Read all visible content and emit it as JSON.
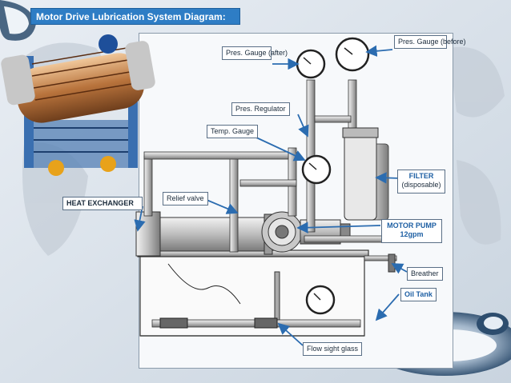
{
  "title": "Motor Drive Lubrication System Diagram:",
  "labels": {
    "pres_gauge_after": "Pres. Gauge (after)",
    "pres_gauge_before": "Pres. Gauge (before)",
    "pres_regulator": "Pres. Regulator",
    "temp_gauge": "Temp. Gauge",
    "filter": "FILTER",
    "filter_sub": "(disposable)",
    "heat_exchanger": "HEAT EXCHANGER",
    "relief_valve": "Relief valve",
    "motor_pump": "MOTOR PUMP",
    "motor_pump_sub": "12gpm",
    "breather": "Breather",
    "oil_tank": "Oil Tank",
    "flow_sight_glass": "Flow sight glass"
  },
  "colors": {
    "title_bar": "#2e7dc5",
    "accent_blue": "#1d5fa3",
    "pointer": "#2b6cb0"
  }
}
